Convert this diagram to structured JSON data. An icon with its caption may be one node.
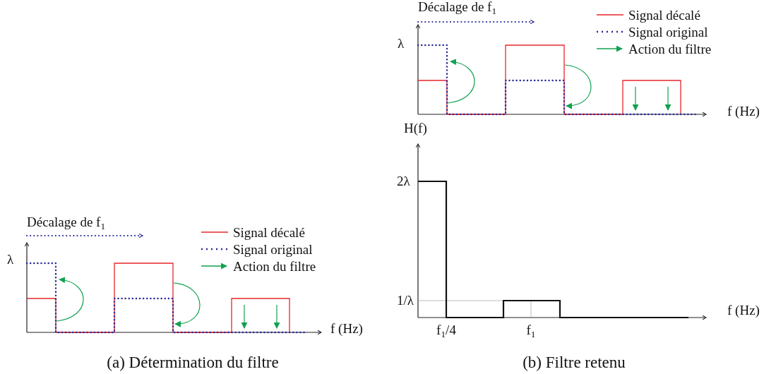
{
  "diagram": {
    "labels": [
      "Décalage de f$_{1}$",
      "λ",
      "f (Hz)",
      "(a) Détermination du filtre",
      "Décalage de f$_{1}$",
      "λ",
      "f (Hz)",
      "H(f)",
      "2λ",
      "1/λ",
      "f (Hz)",
      "f$_{1}$/4",
      "f$_{1}$",
      "(b) Filtre retenu"
    ],
    "legend": [
      {
        "text": "Signal décalé"
      },
      {
        "text": "Signal original"
      },
      {
        "text": "Action du filtre"
      },
      {
        "text": "Signal décalé"
      },
      {
        "text": "Signal original"
      },
      {
        "text": "Action du filtre"
      }
    ]
  }
}
